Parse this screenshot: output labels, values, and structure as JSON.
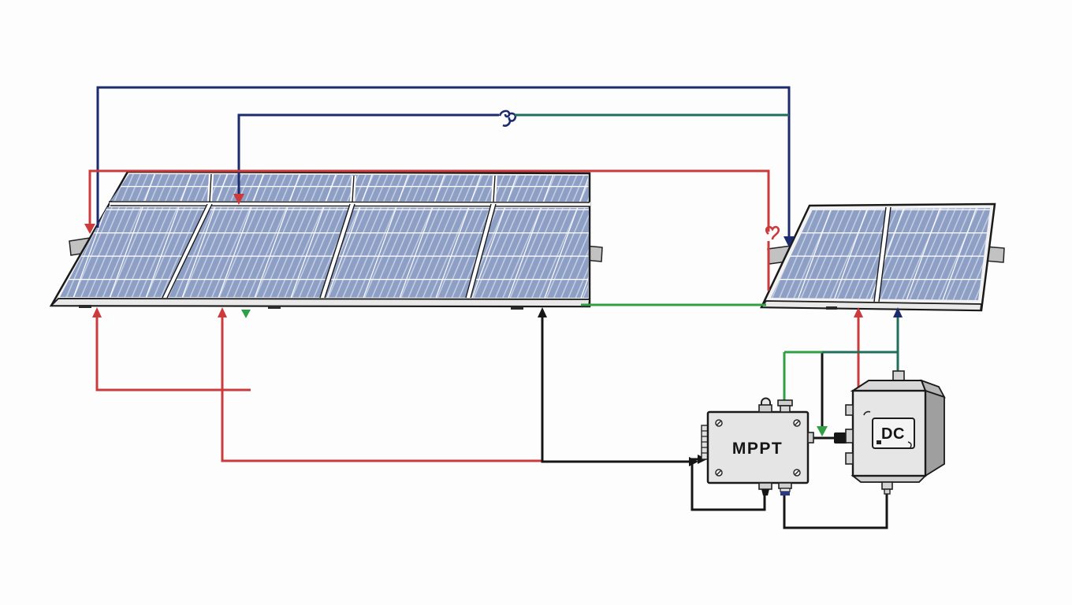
{
  "components": {
    "mppt": {
      "label": "MPPT"
    },
    "dc_box": {
      "label": "DC"
    },
    "large_array": {
      "panel_count": 4,
      "rows": 2
    },
    "small_array": {
      "panel_count": 2,
      "rows": 1
    }
  },
  "colors": {
    "navy": "#1c2b6e",
    "teal": "#1f6f5a",
    "green": "#2fa044",
    "red": "#cc3a3c",
    "black": "#161616",
    "panel_cell": "#8e9fc5",
    "box_fill": "#e5e5e5",
    "frame_fill": "#f2f2f2",
    "plug_blue": "#2b3a80"
  },
  "wires": [
    {
      "color": "navy",
      "from": "large array upper-left corner",
      "to": "small array upper-left bracket (top bus)"
    },
    {
      "color": "navy-teal",
      "from": "large array panel-2 top (red arrow)",
      "to": "joins navy top-bus drop at small array"
    },
    {
      "color": "red",
      "from": "large array upper-left edge",
      "to": "small array left bracket (upper bus with curl)"
    },
    {
      "color": "red",
      "from": "large array panel-1 bottom",
      "to": "large array panel-2 bottom (loop)"
    },
    {
      "color": "red",
      "from": "large array panel-2 bottom",
      "to": "joins black run into MPPT left input"
    },
    {
      "color": "red",
      "from": "small array panel-1 bottom",
      "to": "DC box top"
    },
    {
      "color": "black",
      "from": "large array panel-3 bottom",
      "to": "MPPT left input (arrow)"
    },
    {
      "color": "black",
      "from": "MPPT bottom port 1",
      "to": "MPPT left input (loopback arrow)"
    },
    {
      "color": "black",
      "from": "MPPT bottom port 2",
      "to": "DC box bottom port"
    },
    {
      "color": "black",
      "from": "MPPT right port",
      "to": "DC box left port"
    },
    {
      "color": "green",
      "from": "large array bottom-right edge",
      "to": "small array bottom-left edge"
    },
    {
      "color": "green-teal",
      "from": "small array panel-2 bottom",
      "to": "branches: MPPT top port, DC box top port, MPPT-DC link (green arrow)"
    }
  ]
}
